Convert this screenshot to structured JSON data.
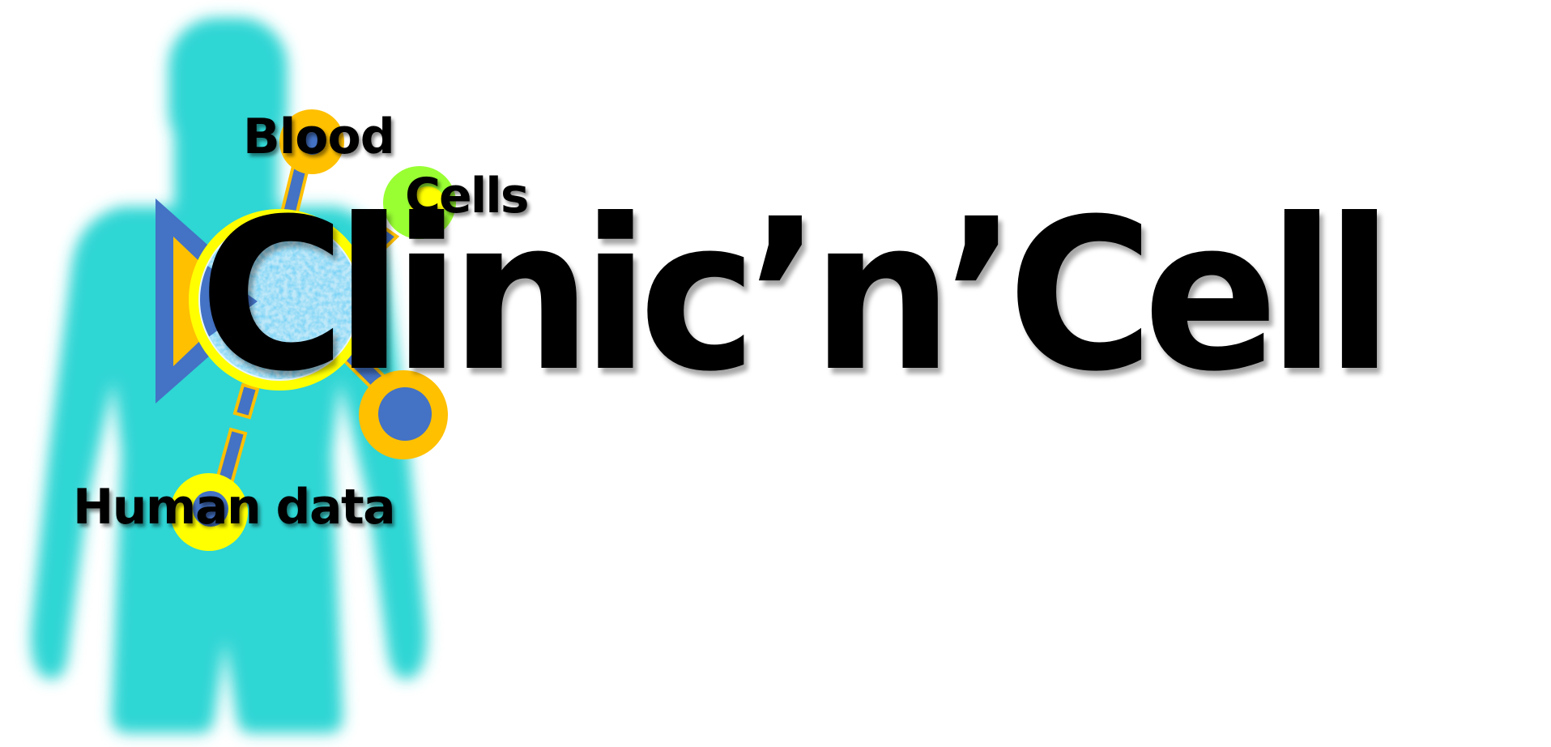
{
  "logo": {
    "title": "Clinic’n’Cell",
    "labels": {
      "blood": "Blood",
      "cells": "Cells",
      "human_data": "Human data"
    }
  },
  "colors": {
    "background": "#ffffff",
    "silhouette": "#2ED6D4",
    "blue": "#4472C4",
    "orange": "#FFC000",
    "yellow": "#FFFF00",
    "green": "#99FF33",
    "cell_texture": "#29A8E8",
    "text": "#000000"
  },
  "icons": {
    "silhouette": "human-body-silhouette-icon",
    "cell": "blood-cell-icon",
    "triangle": "play-triangle-icon",
    "nodes": [
      "blood-node-icon",
      "cells-node-icon",
      "data-node-icon",
      "human-data-node-icon"
    ]
  }
}
